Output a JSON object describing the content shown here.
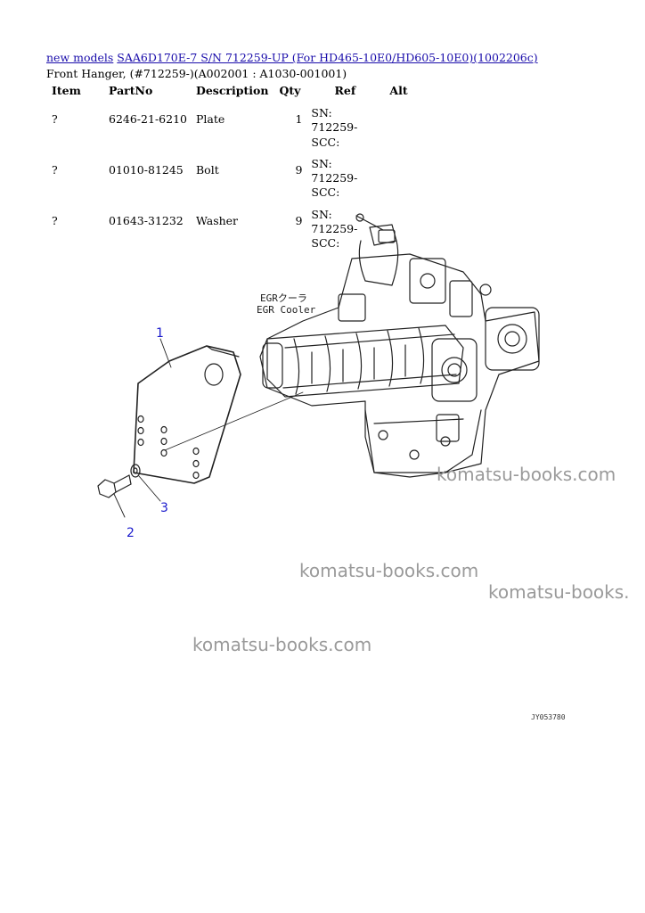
{
  "header": {
    "link_new_models": "new models",
    "link_model": "SAA6D170E-7 S/N 712259-UP (For HD465-10E0/HD605-10E0)(1002206c)",
    "subtitle": "Front Hanger, (#712259-)(A002001 : A1030-001001)"
  },
  "table": {
    "columns": [
      "Item",
      "PartNo",
      "Description",
      "Qty",
      "Ref",
      "Alt"
    ],
    "rows": [
      {
        "item": "?",
        "partno": "6246-21-6210",
        "description": "Plate",
        "qty": "1",
        "ref": "SN: 712259-SCC:",
        "alt": ""
      },
      {
        "item": "?",
        "partno": "01010-81245",
        "description": "Bolt",
        "qty": "9",
        "ref": "SN: 712259-SCC:",
        "alt": ""
      },
      {
        "item": "?",
        "partno": "01643-31232",
        "description": "Washer",
        "qty": "9",
        "ref": "SN: 712259-SCC:",
        "alt": ""
      }
    ]
  },
  "drawing": {
    "label_egr_jp": "EGRクーラ",
    "label_egr_en": "EGR Cooler",
    "callout_1": "1",
    "callout_2": "2",
    "callout_3": "3",
    "figure_id": "JY053780",
    "callout_color": "#1a1acc"
  },
  "watermarks": [
    "komatsu-books.com",
    "komatsu-books.com",
    "komatsu-books.",
    "komatsu-books.com"
  ]
}
